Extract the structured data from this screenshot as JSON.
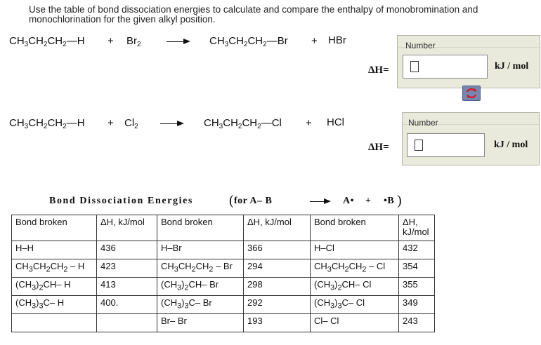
{
  "instructions": "Use the table of bond dissociation energies to calculate and compare the enthalpy of monobromination and monochlorination for the given alkyl position.",
  "reaction1": {
    "reactant": "CH3CH2CH2—H",
    "plus1": "+",
    "reagent": "Br2",
    "product": "CH3CH2CH2—Br",
    "plus2": "+",
    "byproduct": "HBr",
    "delta_h_label": "ΔH=",
    "input_header": "Number",
    "input_value": "",
    "unit": "kJ / mol"
  },
  "reaction2": {
    "reactant": "CH3CH2CH2—H",
    "plus1": "+",
    "reagent": "Cl2",
    "product": "CH3CH2CH2—Cl",
    "plus2": "+",
    "byproduct": "HCl",
    "delta_h_label": "ΔH=",
    "input_header": "Number",
    "input_value": "",
    "unit": "kJ / mol"
  },
  "swap_icon": "red-swap-arrows-icon",
  "bde_title": {
    "text": "Bond Dissociation Energies",
    "for_text": "for A– B",
    "products_a": "A•",
    "plus": "+",
    "products_b": "•B"
  },
  "table": {
    "headers": [
      "Bond broken",
      "ΔH, kJ/mol",
      "Bond broken",
      "ΔH, kJ/mol",
      "Bond broken",
      "ΔH, kJ/mol"
    ],
    "rows": [
      [
        "H–H",
        "436",
        "H–Br",
        "366",
        "H–Cl",
        "432"
      ],
      [
        "CH3CH2CH2 – H",
        "423",
        "CH3CH2CH2 – Br",
        "294",
        "CH3CH2CH2 – Cl",
        "354"
      ],
      [
        "(CH3)2CH– H",
        "413",
        "(CH3)2CH– Br",
        "298",
        "(CH3)2CH– Cl",
        "355"
      ],
      [
        "(CH3)3C– H",
        "400.",
        "(CH3)3C– Br",
        "292",
        "(CH3)3C– Cl",
        "349"
      ],
      [
        "",
        "",
        "Br– Br",
        "193",
        "Cl– Cl",
        "243"
      ]
    ]
  }
}
